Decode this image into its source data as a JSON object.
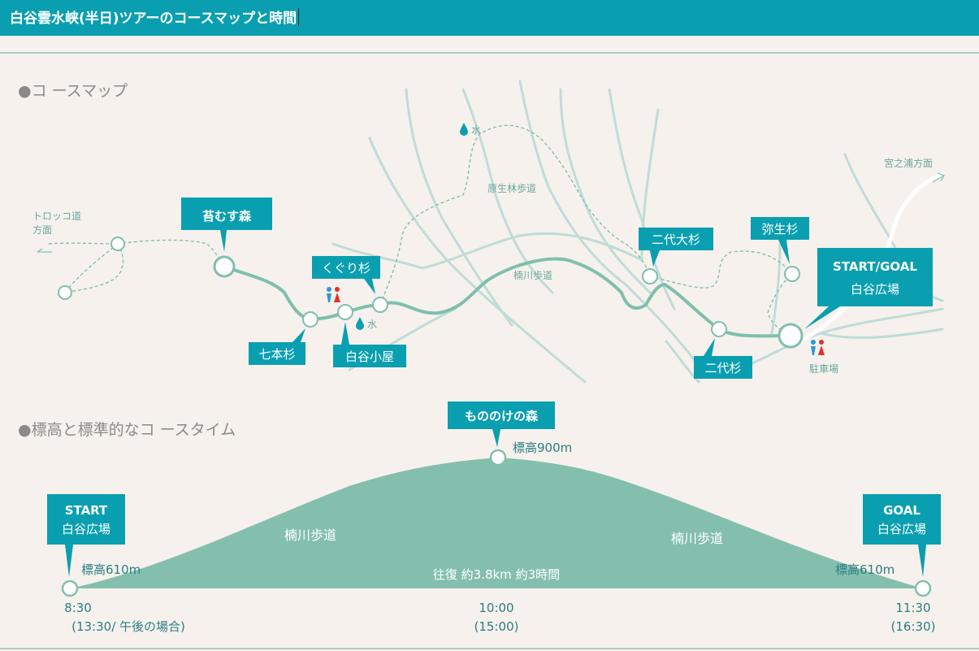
{
  "header": {
    "title": "白谷雲水峡(半日)ツアーのコースマップと時間"
  },
  "colors": {
    "teal": "#0a9fb0",
    "route": "#7fbfae",
    "stream": "#bfdcd8",
    "background": "#f6f1ec",
    "restroom_male": "#2a9ad6",
    "restroom_female": "#e03030"
  },
  "map": {
    "section_title": "●コ ースマップ",
    "side_labels": {
      "torokko_line1": "トロッコ道",
      "torokko_line2": "方面",
      "miyanoura": "宮之浦方面",
      "parking": "駐車場",
      "genseirin": "原生林歩道",
      "kusugawa": "楠川歩道"
    },
    "water_labels": {
      "top": "水",
      "shiratani": "水"
    },
    "callouts": {
      "koke": "苔むす森",
      "kuguri": "くぐり杉",
      "nanahon": "七本杉",
      "shiratani_hut": "白谷小屋",
      "nidai_o": "二代大杉",
      "yayoi": "弥生杉",
      "nidai": "二代杉",
      "startgoal_line1": "START/GOAL",
      "startgoal_line2": "白谷広場"
    }
  },
  "profile": {
    "section_title": "●標高と標準的なコ ースタイム",
    "peak_label": "もののけの森",
    "peak_elevation": "標高900m",
    "start_label_line1": "START",
    "start_label_line2": "白谷広場",
    "goal_label_line1": "GOAL",
    "goal_label_line2": "白谷広場",
    "start_elevation": "標高610m",
    "goal_elevation": "標高610m",
    "left_trail": "楠川歩道",
    "right_trail": "楠川歩道",
    "summary": "往復 約3.8km 約3時間",
    "times": {
      "start_time": "8:30",
      "start_alt": "(13:30/ 午後の場合)",
      "mid_time": "10:00",
      "mid_alt": "(15:00)",
      "end_time": "11:30",
      "end_alt": "(16:30)"
    }
  }
}
